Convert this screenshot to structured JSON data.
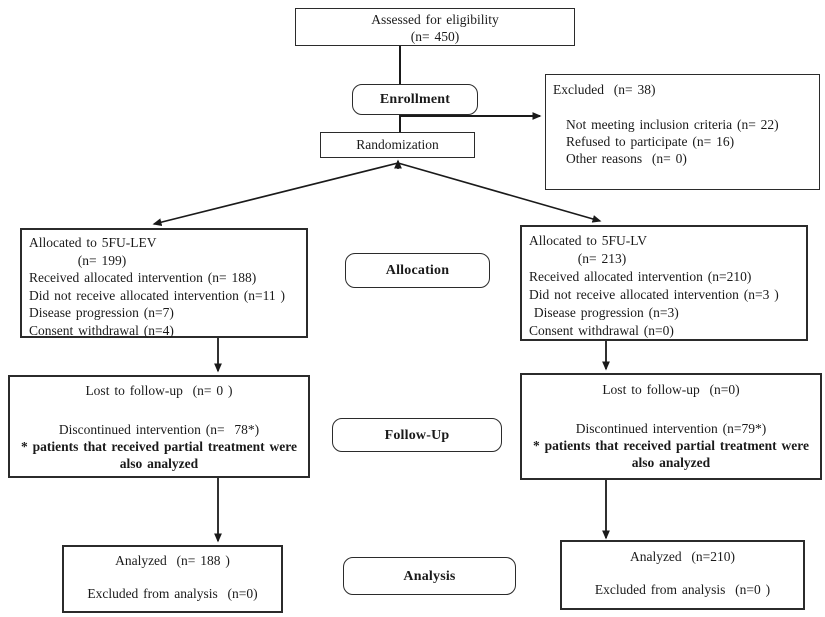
{
  "diagram": {
    "assessed": {
      "line1": "Assessed for eligibility",
      "line2": "(n= 450)"
    },
    "phases": {
      "enrollment": "Enrollment",
      "allocation": "Allocation",
      "followup": "Follow-Up",
      "analysis": "Analysis"
    },
    "randomization": "Randomization",
    "excluded": {
      "title": "Excluded  (n= 38)",
      "items": [
        "Not meeting inclusion criteria (n= 22)",
        "Refused to participate (n= 16)",
        "Other reasons  (n= 0)"
      ]
    },
    "alloc_left": {
      "lines": [
        "Allocated to 5FU-LEV",
        "          (n= 199)",
        "Received allocated intervention (n= 188)",
        "Did not receive allocated intervention (n=11 )",
        "Disease progression (n=7)",
        "Consent withdrawal (n=4)"
      ]
    },
    "alloc_right": {
      "lines": [
        "Allocated to 5FU-LV",
        "          (n= 213)",
        "Received allocated intervention (n=210)",
        "Did not receive allocated intervention (n=3 )",
        " Disease progression (n=3)",
        "Consent withdrawal (n=0)"
      ]
    },
    "followup_left": {
      "lost": "Lost to follow-up  (n= 0 )",
      "discontinued": "Discontinued intervention (n=  78*)",
      "note": "* patients that received partial treatment were also analyzed"
    },
    "followup_right": {
      "lost": "Lost to follow-up  (n=0)",
      "discontinued": "Discontinued intervention (n=79*)",
      "note": "* patients that received partial treatment were also analyzed"
    },
    "analysis_left": {
      "analyzed": "Analyzed  (n= 188 )",
      "excluded": "Excluded from analysis  (n=0)"
    },
    "analysis_right": {
      "analyzed": "Analyzed  (n=210)",
      "excluded": "Excluded from analysis  (n=0 )"
    },
    "line_color": "#1a1a1a",
    "background_color": "#ffffff"
  }
}
